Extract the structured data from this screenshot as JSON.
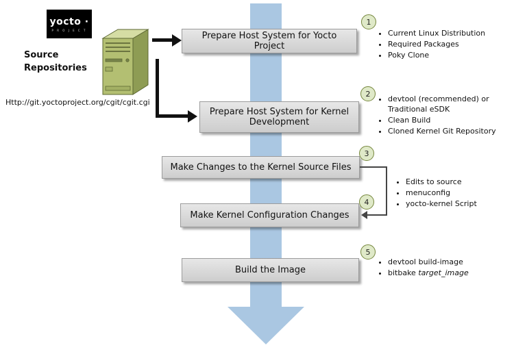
{
  "logo": {
    "brand": "yocto ·",
    "subtitle": "P R O J E C T"
  },
  "source_repositories": {
    "title": "Source Repositories",
    "url": "Http://git.yoctoproject.org/cgit/cgit.cgi"
  },
  "steps": [
    {
      "num": "1",
      "label": "Prepare Host System for Yocto Project",
      "bullets": [
        "Current Linux Distribution",
        "Required Packages",
        "Poky Clone"
      ]
    },
    {
      "num": "2",
      "label": "Prepare Host System for Kernel Development",
      "bullets": [
        "devtool (recommended) or Traditional eSDK",
        "Clean Build",
        "Cloned Kernel Git Repository"
      ]
    },
    {
      "num": "3",
      "label": "Make Changes to the Kernel Source Files"
    },
    {
      "num": "4",
      "label": "Make Kernel Configuration Changes"
    },
    {
      "num": "5",
      "label": "Build the Image",
      "bullets": [
        "devtool build-image"
      ],
      "bullet_italic": {
        "prefix": "bitbake ",
        "term": "target_image"
      }
    }
  ],
  "kernel_change_bullets": [
    "Edits to source",
    "menuconfig",
    "yocto-kernel Script"
  ],
  "colors": {
    "flow_arrow": "#aac7e2",
    "box_fill": "#d9d9d9",
    "box_border": "#9b9b9b",
    "circle_fill": "#dfe9c8",
    "circle_border": "#75863c",
    "server_green": "#b3bf72",
    "logo_bg": "#000000"
  }
}
